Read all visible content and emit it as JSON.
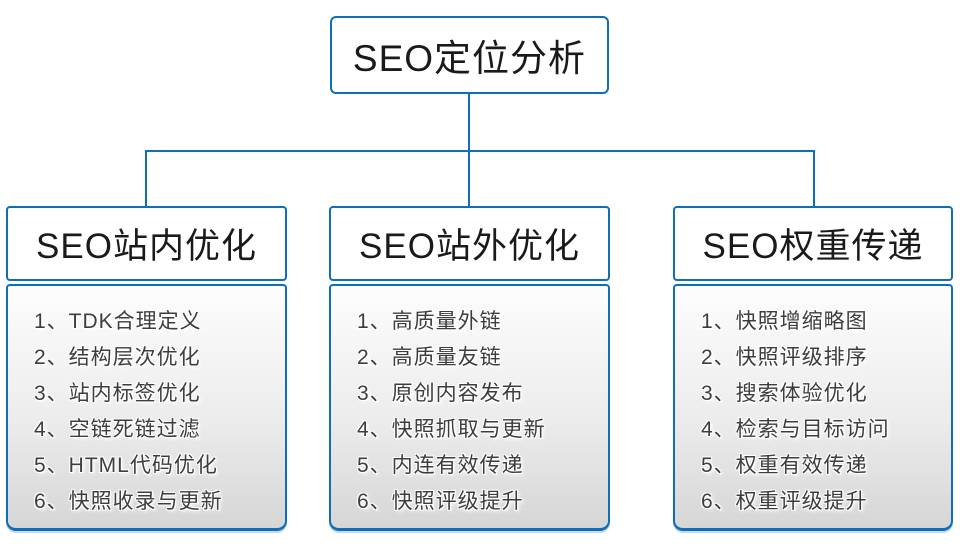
{
  "colors": {
    "line_blue": "#0e6fb8",
    "panel_gradient_top": "#fdfdfd",
    "panel_gradient_bottom": "#d6d6d6",
    "header_text": "#1a1a1a",
    "item_text": "#3d3d3d"
  },
  "root": {
    "title": "SEO定位分析"
  },
  "branches": [
    {
      "title": "SEO站内优化",
      "items": [
        "1、TDK合理定义",
        "2、结构层次优化",
        "3、站内标签优化",
        "4、空链死链过滤",
        "5、HTML代码优化",
        "6、快照收录与更新"
      ]
    },
    {
      "title": "SEO站外优化",
      "items": [
        "1、高质量外链",
        "2、高质量友链",
        "3、原创内容发布",
        "4、快照抓取与更新",
        "5、内连有效传递",
        "6、快照评级提升"
      ]
    },
    {
      "title": "SEO权重传递",
      "items": [
        "1、快照增缩略图",
        "2、快照评级排序",
        "3、搜索体验优化",
        "4、检索与目标访问",
        "5、权重有效传递",
        "6、权重评级提升"
      ]
    }
  ]
}
